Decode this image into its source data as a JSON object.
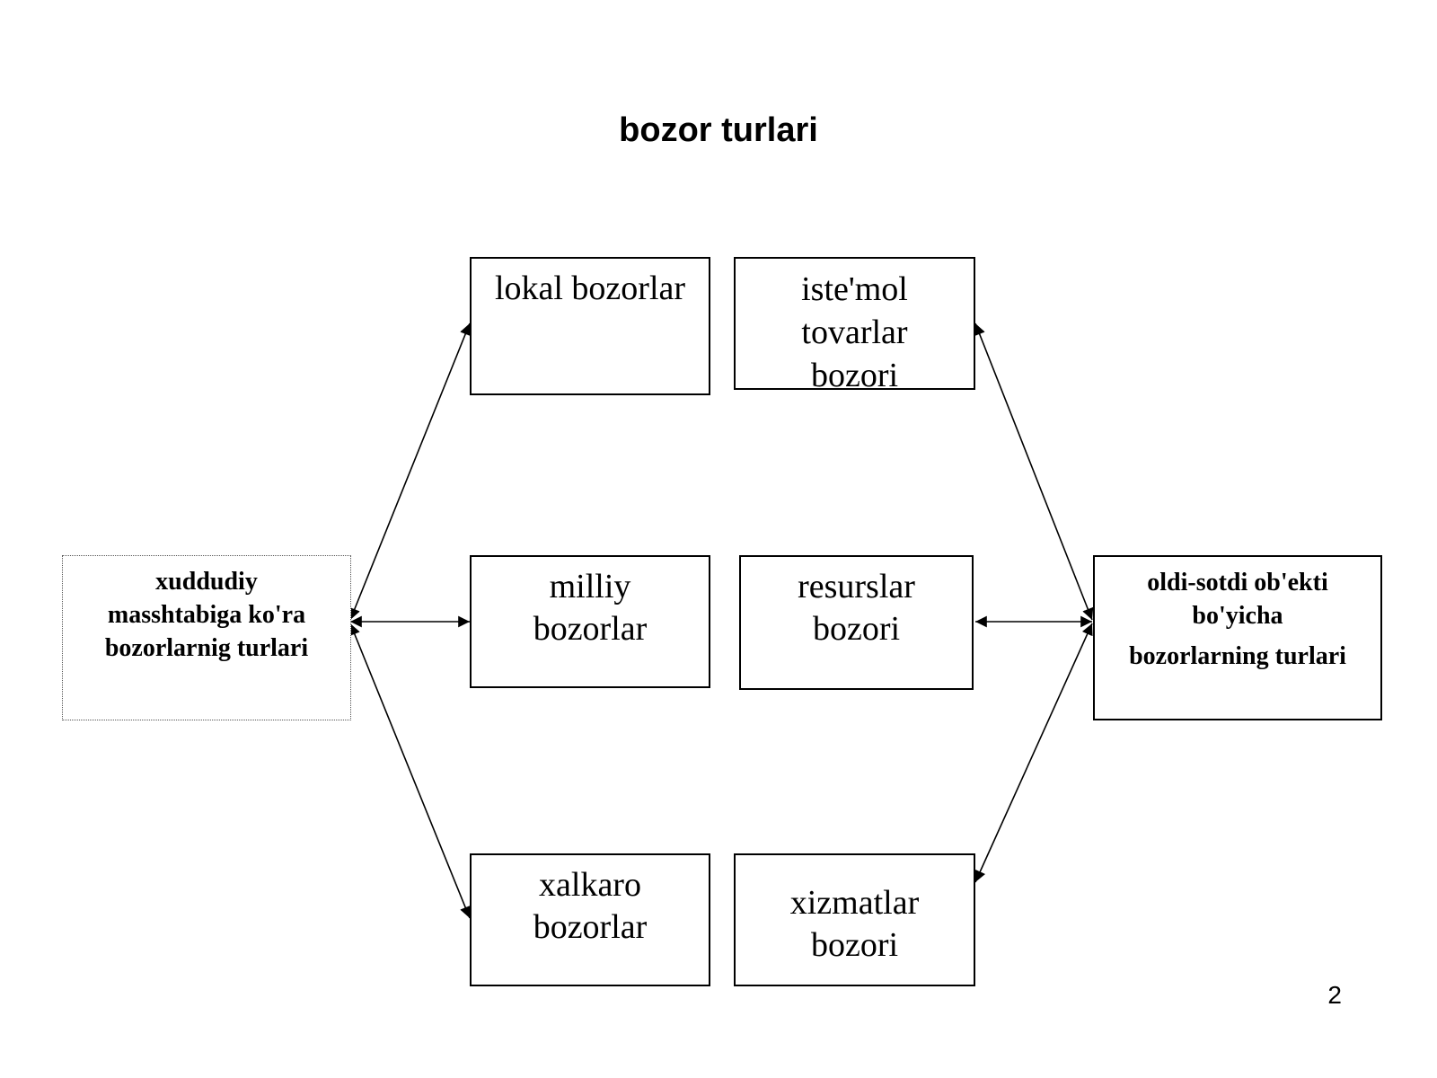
{
  "title": "bozor turlari",
  "left_category": [
    "xuddudiy",
    "masshtabiga ko'ra",
    "bozorlarnig turlari"
  ],
  "right_category": [
    "oldi-sotdi ob'ekti",
    "bo'yicha",
    "bozorlarning turlari"
  ],
  "territorial_types": [
    [
      "lokal bozorlar"
    ],
    [
      "milliy",
      "bozorlar"
    ],
    [
      "xalkaro",
      "bozorlar"
    ]
  ],
  "object_types": [
    [
      "iste'mol",
      "tovarlar",
      "bozori"
    ],
    [
      "resurslar",
      "bozori"
    ],
    [
      "xizmatlar",
      "bozori"
    ]
  ],
  "page_number": "2"
}
